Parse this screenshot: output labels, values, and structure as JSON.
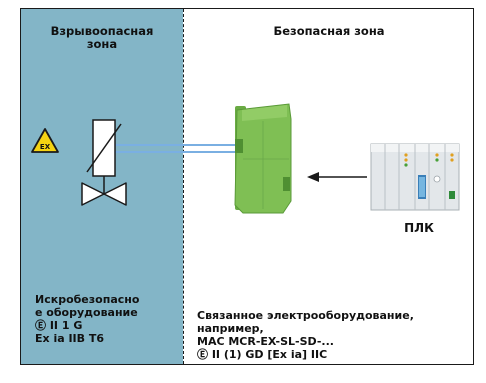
{
  "zones": {
    "hazardous_title": [
      "Взрывоопасная",
      "зона"
    ],
    "safe_title": "Безопасная зона"
  },
  "labels": {
    "ex_symbol": "EX",
    "plc": "ПЛК"
  },
  "captions": {
    "hazardous": [
      "Искробезопасно",
      "е оборудование",
      "Ⓔ II 1 G",
      "Ex ia IIB T6"
    ],
    "safe": [
      "Связанное электрооборудование,",
      "например,",
      "MAC MCR-EX-SL-SD-...",
      "Ⓔ II (1) GD [Ex ia] IIC"
    ]
  },
  "colors": {
    "hazardous_zone": "#83b5c7",
    "ex_warning": "#f5d312",
    "barrier_module": "#7fbf54",
    "signal_line": "#2a7fd0",
    "plc_body": "#e3e7ea"
  }
}
